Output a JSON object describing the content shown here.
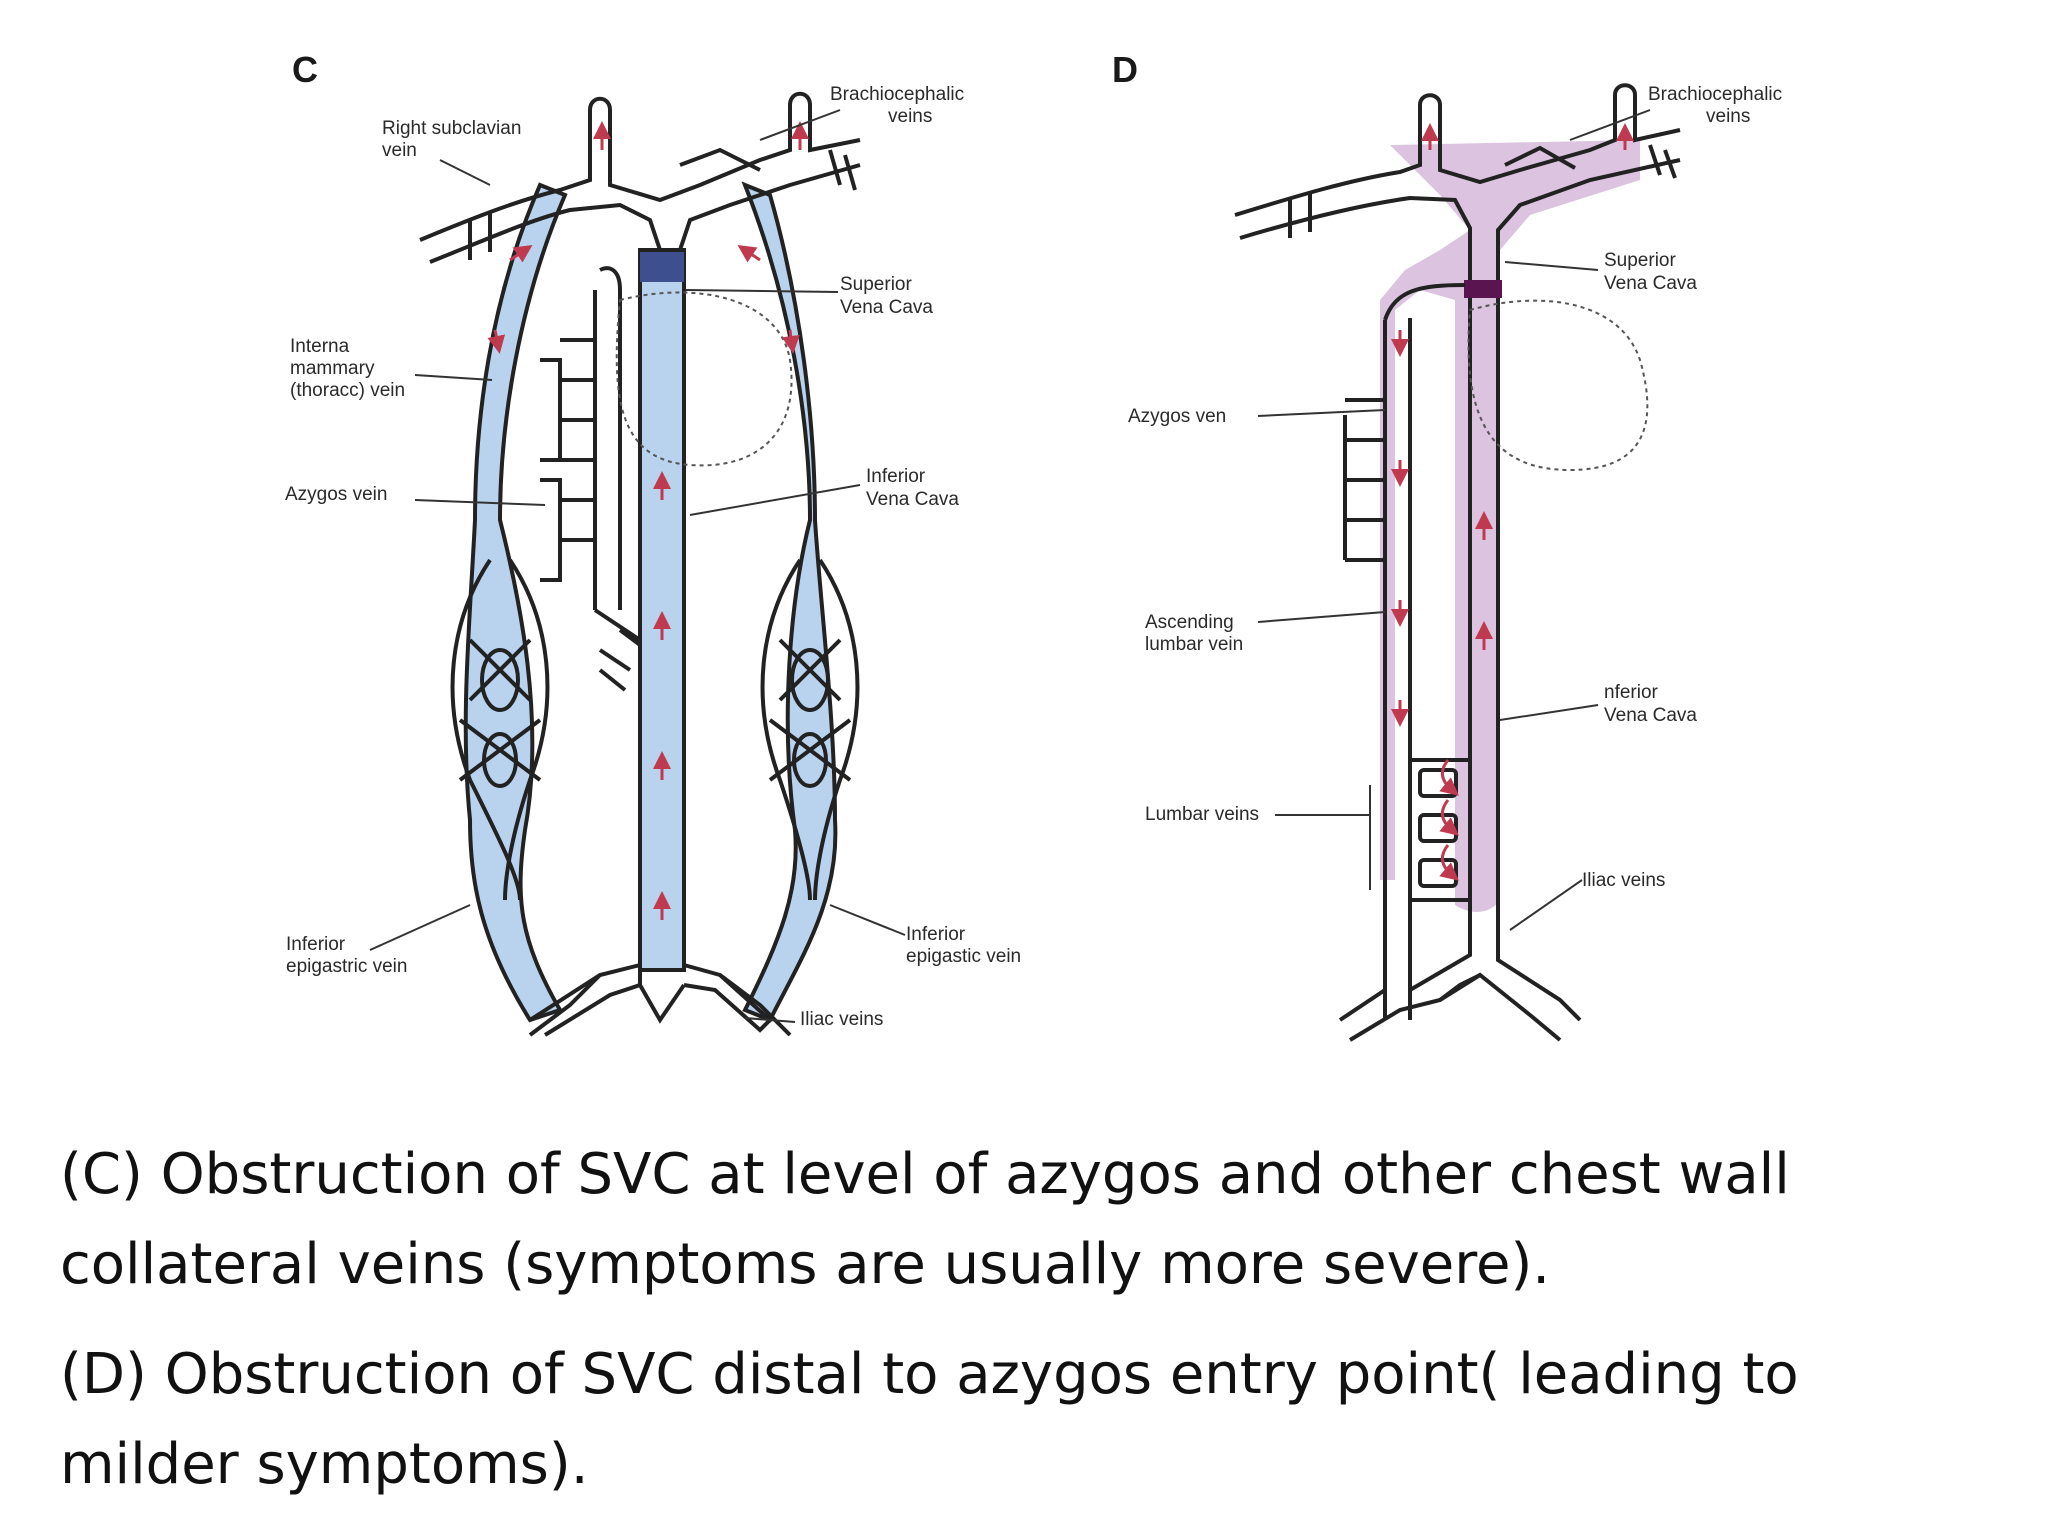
{
  "diagram": {
    "panel_c": {
      "letter": "C",
      "labels": {
        "right_subclavian": [
          "Right subclavian",
          "vein"
        ],
        "brachiocephalic": [
          "Brachiocephalic",
          "veins"
        ],
        "superior_vena_cava": [
          "Superior",
          "Vena Cava"
        ],
        "internal_mammary": [
          "Interna",
          "mammary",
          "(thoracc) vein"
        ],
        "azygos": [
          "Azygos vein"
        ],
        "inferior_vena_cava": [
          "Inferior",
          "Vena Cava"
        ],
        "inferior_epigastric_left": [
          "Inferior",
          "epigastric vein"
        ],
        "inferior_epigastric_right": [
          "Inferior",
          "epigastic vein"
        ],
        "iliac": [
          "Iliac veins"
        ]
      }
    },
    "panel_d": {
      "letter": "D",
      "labels": {
        "brachiocephalic": [
          "Brachiocephalic",
          "veins"
        ],
        "superior_vena_cava": [
          "Superior",
          "Vena Cava"
        ],
        "azygos": [
          "Azygos ven"
        ],
        "ascending_lumbar": [
          "Ascending",
          "lumbar vein"
        ],
        "inferior_vena_cava": [
          "nferior",
          "Vena Cava"
        ],
        "lumbar": [
          "Lumbar veins"
        ],
        "iliac": [
          "Iliac veins"
        ]
      }
    },
    "colors": {
      "panel_c_fill": "#b9d3ee",
      "panel_c_block": "#3d4f8f",
      "panel_d_fill": "#dcc3e0",
      "panel_d_block": "#5a1550",
      "arrow": "#c03a4f",
      "outline": "#222222"
    }
  },
  "captions": {
    "c": "(C) Obstruction of SVC at level of azygos and other chest wall collateral veins (symptoms are usually more severe).",
    "d": "(D) Obstruction of SVC distal to azygos entry point( leading to milder symptoms)."
  }
}
